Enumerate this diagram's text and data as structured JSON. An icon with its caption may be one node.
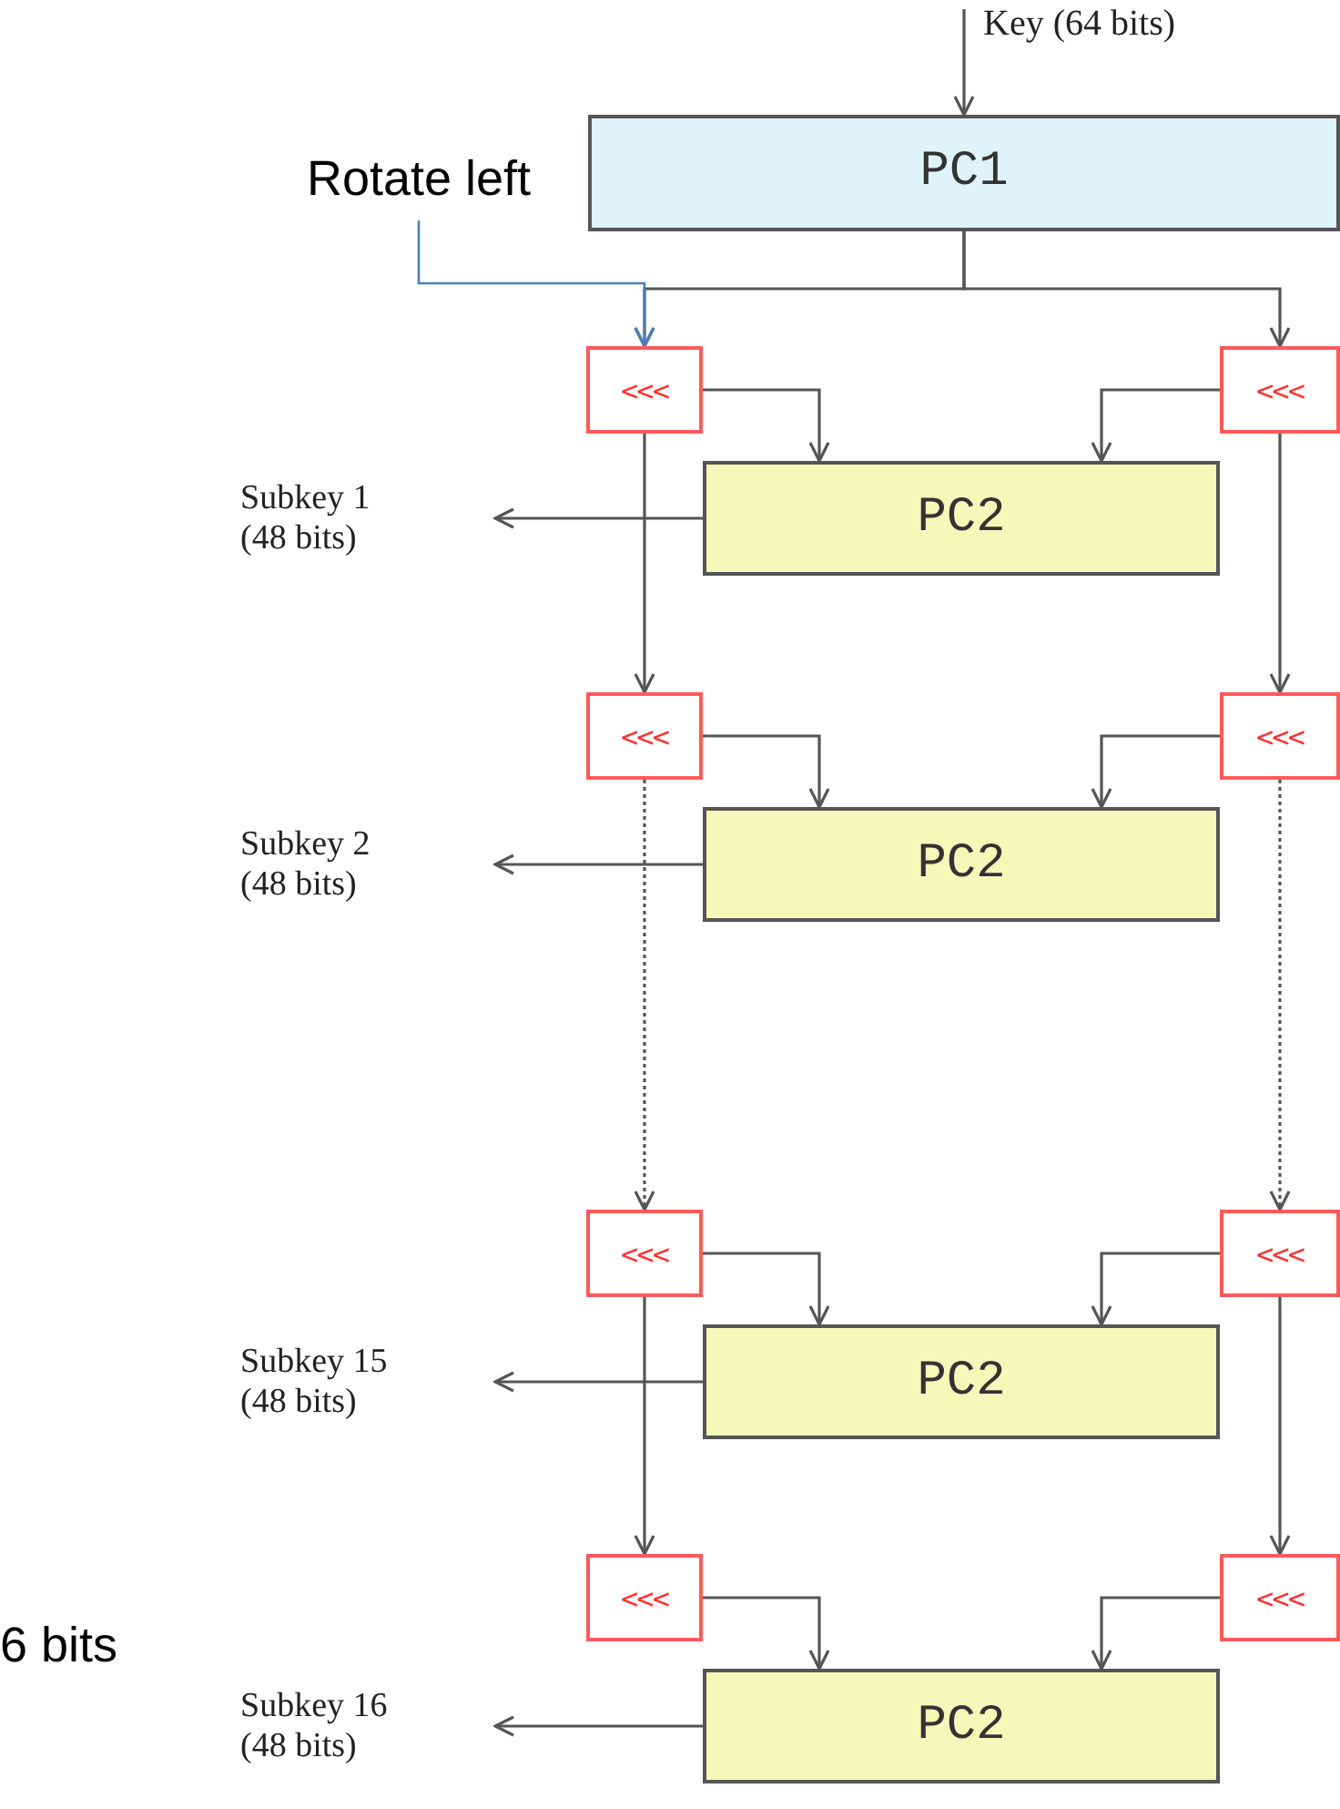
{
  "diagram": {
    "nodes": [
      {
        "text": [
          "PC1"
        ]
      },
      {
        "text": [
          "Rotate left"
        ]
      },
      {
        "text": [
          "<<<"
        ]
      },
      {
        "text": [
          "<<<"
        ]
      },
      {
        "text": [
          "PC2"
        ]
      },
      {
        "text": [
          "Subkey 1 (48 bits)"
        ]
      },
      {
        "text": [
          "<<<"
        ]
      },
      {
        "text": [
          "<<<"
        ]
      },
      {
        "text": [
          "PC2"
        ]
      },
      {
        "text": [
          "Subkey 2 (48 bits)"
        ]
      },
      {
        "text": [
          "<<<"
        ]
      },
      {
        "text": [
          "<<<"
        ]
      },
      {
        "text": [
          "PC2"
        ]
      },
      {
        "text": [
          "Subkey 15 (48 bits)"
        ]
      },
      {
        "text": [
          "<<<"
        ]
      },
      {
        "text": [
          "<<<"
        ]
      },
      {
        "text": [
          "PC2"
        ]
      },
      {
        "text": [
          "Subkey 16 (48 bits)"
        ]
      }
    ],
    "edges": [
      {
        "from": null,
        "to": 0,
        "arrow": "to"
      },
      {
        "from": 0,
        "to": 2,
        "arrow": "to"
      },
      {
        "from": 0,
        "to": 3,
        "arrow": "to"
      },
      {
        "from": 1,
        "to": 2,
        "arrow": "to",
        "color": "#4a7ebb"
      },
      {
        "from": 2,
        "to": 4,
        "arrow": "to"
      },
      {
        "from": 3,
        "to": 4,
        "arrow": "to"
      },
      {
        "from": 4,
        "to": 5,
        "arrow": "to"
      },
      {
        "from": 2,
        "to": 6,
        "arrow": "to"
      },
      {
        "from": 3,
        "to": 7,
        "arrow": "to"
      },
      {
        "from": 6,
        "to": 8,
        "arrow": "to"
      },
      {
        "from": 7,
        "to": 8,
        "arrow": "to"
      },
      {
        "from": 8,
        "to": 9,
        "arrow": "to"
      },
      {
        "from": 6,
        "to": 10,
        "arrow": "to",
        "style": "dashed"
      },
      {
        "from": 7,
        "to": 11,
        "arrow": "to",
        "style": "dashed"
      },
      {
        "from": 10,
        "to": 12,
        "arrow": "to"
      },
      {
        "from": 11,
        "to": 12,
        "arrow": "to"
      },
      {
        "from": 12,
        "to": 13,
        "arrow": "to"
      },
      {
        "from": 10,
        "to": 14,
        "arrow": "to"
      },
      {
        "from": 11,
        "to": 15,
        "arrow": "to"
      },
      {
        "from": 14,
        "to": 16,
        "arrow": "to"
      },
      {
        "from": 15,
        "to": 16,
        "arrow": "to"
      },
      {
        "from": 16,
        "to": 17,
        "arrow": "to"
      }
    ],
    "labels": [
      "Key (64 bits)",
      "6 bits"
    ]
  }
}
